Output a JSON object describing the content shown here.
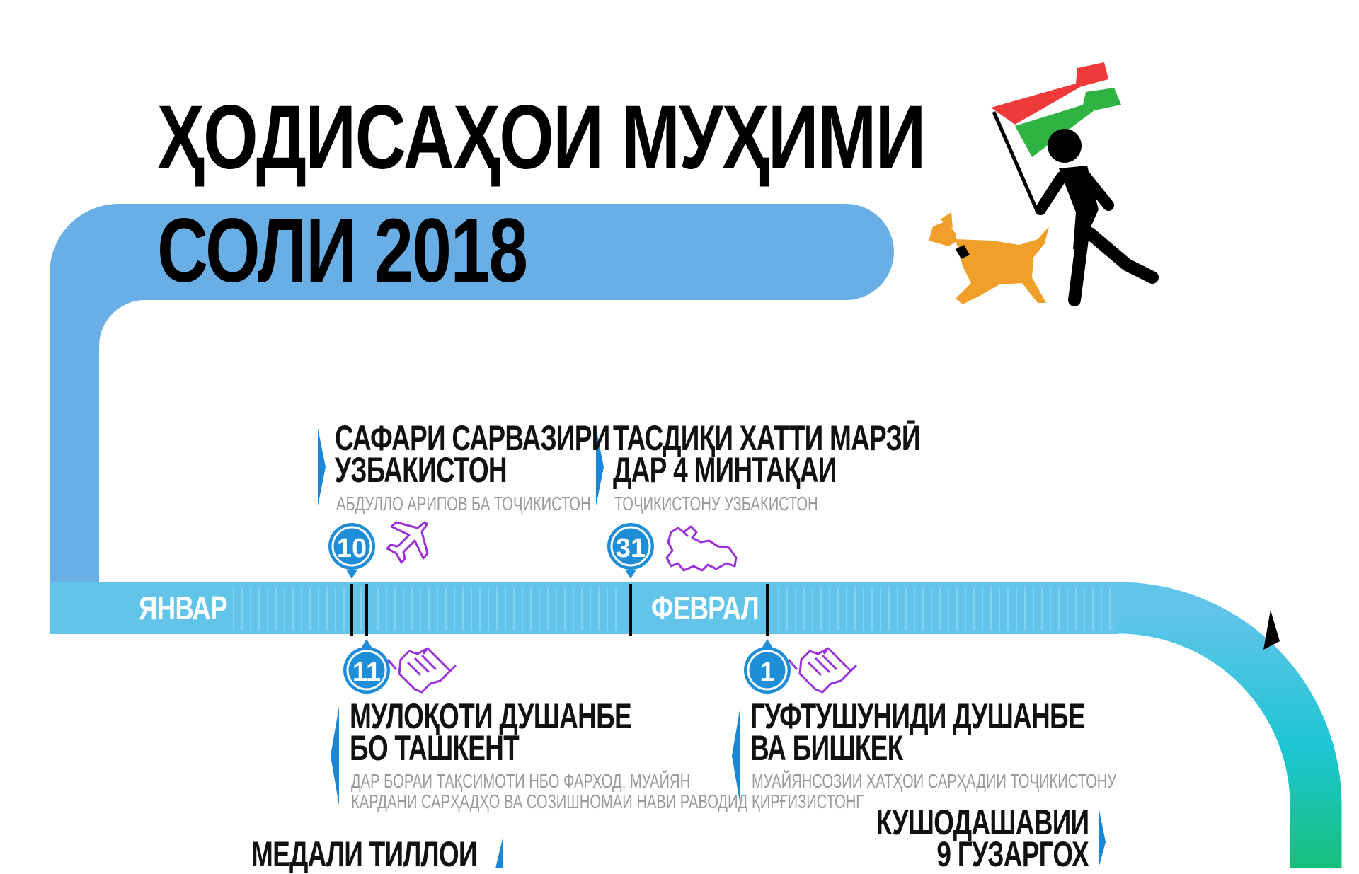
{
  "title": {
    "line1": "ҲОДИСАҲОИ МУҲИМИ",
    "line2": "СОЛИ 2018"
  },
  "months": {
    "january": "ЯНВАР",
    "february": "ФЕВРАЛ"
  },
  "events": [
    {
      "day": "10",
      "heading_line1": "САФАРИ САРВАЗИРИ",
      "heading_line2": "УЗБАКИСТОН",
      "sub_line1": "АБДУЛЛО АРИПОВ БА ТОҶИКИСТОН",
      "icon": "airplane-icon"
    },
    {
      "day": "31",
      "heading_line1": "ТАСДИҚИ ХАТТИ МАРЗӢ",
      "heading_line2": "ДАР 4 МИНТАҚАИ",
      "sub_line1": "ТОҶИКИСТОНУ УЗБАКИСТОН",
      "icon": "tajikistan-map-icon"
    },
    {
      "day": "11",
      "heading_line1": "МУЛОҚОТИ ДУШАНБЕ",
      "heading_line2": "БО ТАШКЕНТ",
      "sub_line1": "ДАР БОРАИ ТАҚСИМОТИ НБО ФАРХОД, МУАЙЯН",
      "sub_line2": "КАРДАНИ САРҲАДҲО ВА СОЗИШНОМАИ НАВИ РАВОДИД",
      "icon": "handshake-icon"
    },
    {
      "day": "1",
      "heading_line1": "ГУФТУШУНИДИ ДУШАНБЕ",
      "heading_line2": "ВА БИШКЕК",
      "sub_line1": "МУАЙЯНСОЗИИ ХАТҲОИ САРҲАДИИ ТОҶИКИСТОНУ",
      "sub_line2": "ҚИРҒИЗИСТОНГ",
      "icon": "handshake-icon"
    },
    {
      "heading_line1": "КУШОДАШАВИИ",
      "heading_line2": "9 ГУЗАРГОХ"
    },
    {
      "heading_line1": "МЕДАЛИ ТИЛЛОИ"
    }
  ],
  "colors": {
    "band_blue": "#6aaee6",
    "timeline_blue": "#63c4ea",
    "badge_blue": "#1e8ed8",
    "marker_blue": "#1a86d6",
    "icon_purple": "#9b30d9",
    "gradient_teal": "#1bc6d2",
    "gradient_green": "#16c07a",
    "flag_red": "#f03a3a",
    "flag_green": "#2fb443",
    "dog_orange": "#f0a02a"
  }
}
